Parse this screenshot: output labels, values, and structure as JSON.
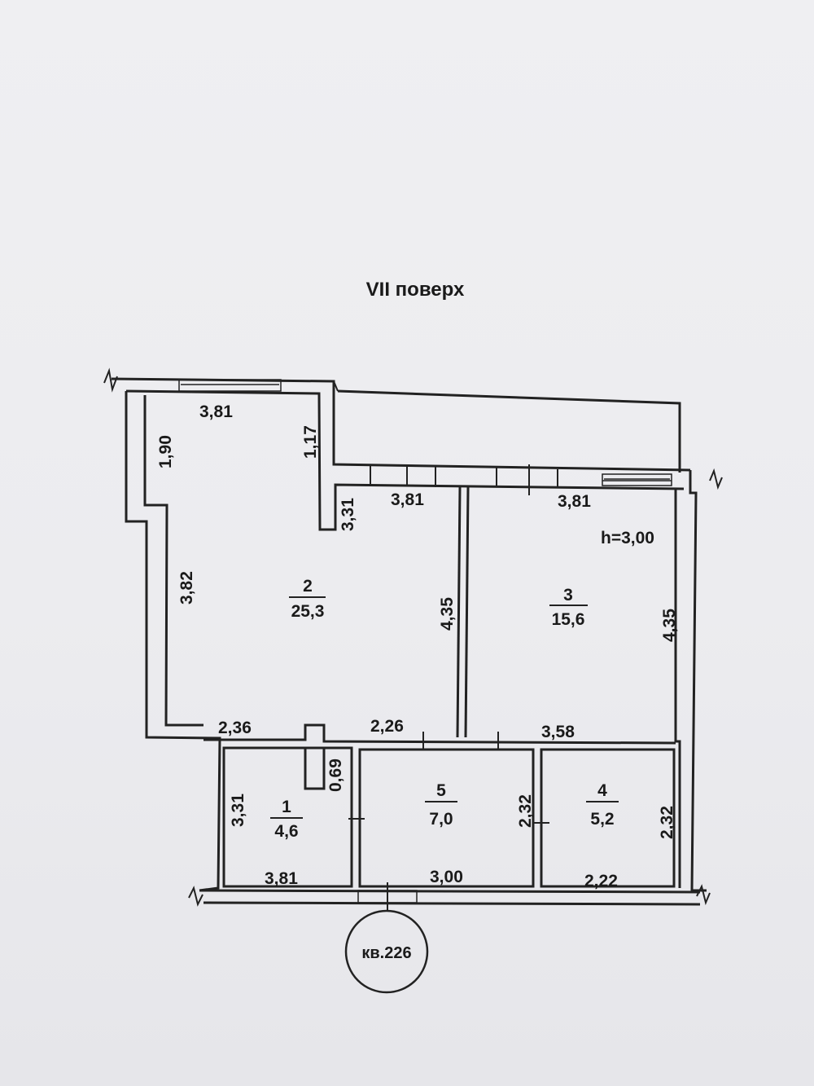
{
  "floor_title": "VII поверх",
  "apartment_label": "кв.226",
  "ceiling_height": "h=3,00",
  "rooms": [
    {
      "id": "1",
      "area": "4,6"
    },
    {
      "id": "2",
      "area": "25,3"
    },
    {
      "id": "3",
      "area": "15,6"
    },
    {
      "id": "4",
      "area": "5,2"
    },
    {
      "id": "5",
      "area": "7,0"
    }
  ],
  "dimensions": {
    "room2_top": "3,81",
    "room2_left_upper": "1,90",
    "room2_recess": "1,17",
    "room2_nib": "3,31",
    "room2_top_right": "3,81",
    "room2_left": "3,82",
    "room2_right": "4,35",
    "room2_bottom_left": "2,36",
    "room2_bottom_right": "2,26",
    "room3_top": "3,81",
    "room3_right": "4,35",
    "room3_bottom": "3,58",
    "corridor_nib": "0,69",
    "room1_left": "3,31",
    "room1_bottom": "3,81",
    "room5_right": "2,32",
    "room5_bottom": "3,00",
    "room4_right": "2,32",
    "room4_bottom": "2,22"
  }
}
